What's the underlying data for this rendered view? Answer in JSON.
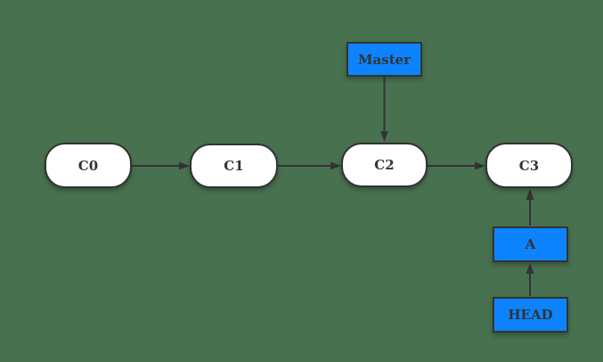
{
  "diagram": {
    "type": "git-commit-graph",
    "commits": [
      {
        "id": "c0",
        "label": "C0"
      },
      {
        "id": "c1",
        "label": "C1"
      },
      {
        "id": "c2",
        "label": "C2"
      },
      {
        "id": "c3",
        "label": "C3"
      }
    ],
    "refs": [
      {
        "id": "master",
        "label": "Master",
        "points_to": "C2"
      },
      {
        "id": "a",
        "label": "A",
        "points_to": "C3"
      },
      {
        "id": "head",
        "label": "HEAD",
        "points_to": "A"
      }
    ],
    "edges": [
      {
        "from": "C0",
        "to": "C1"
      },
      {
        "from": "C1",
        "to": "C2"
      },
      {
        "from": "C2",
        "to": "C3"
      },
      {
        "from": "Master",
        "to": "C2"
      },
      {
        "from": "A",
        "to": "C3"
      },
      {
        "from": "HEAD",
        "to": "A"
      }
    ]
  },
  "colors": {
    "background": "#487150",
    "commit_fill": "#ffffff",
    "ref_fill": "#0d84fe",
    "stroke": "#333333",
    "text": "#333333"
  }
}
